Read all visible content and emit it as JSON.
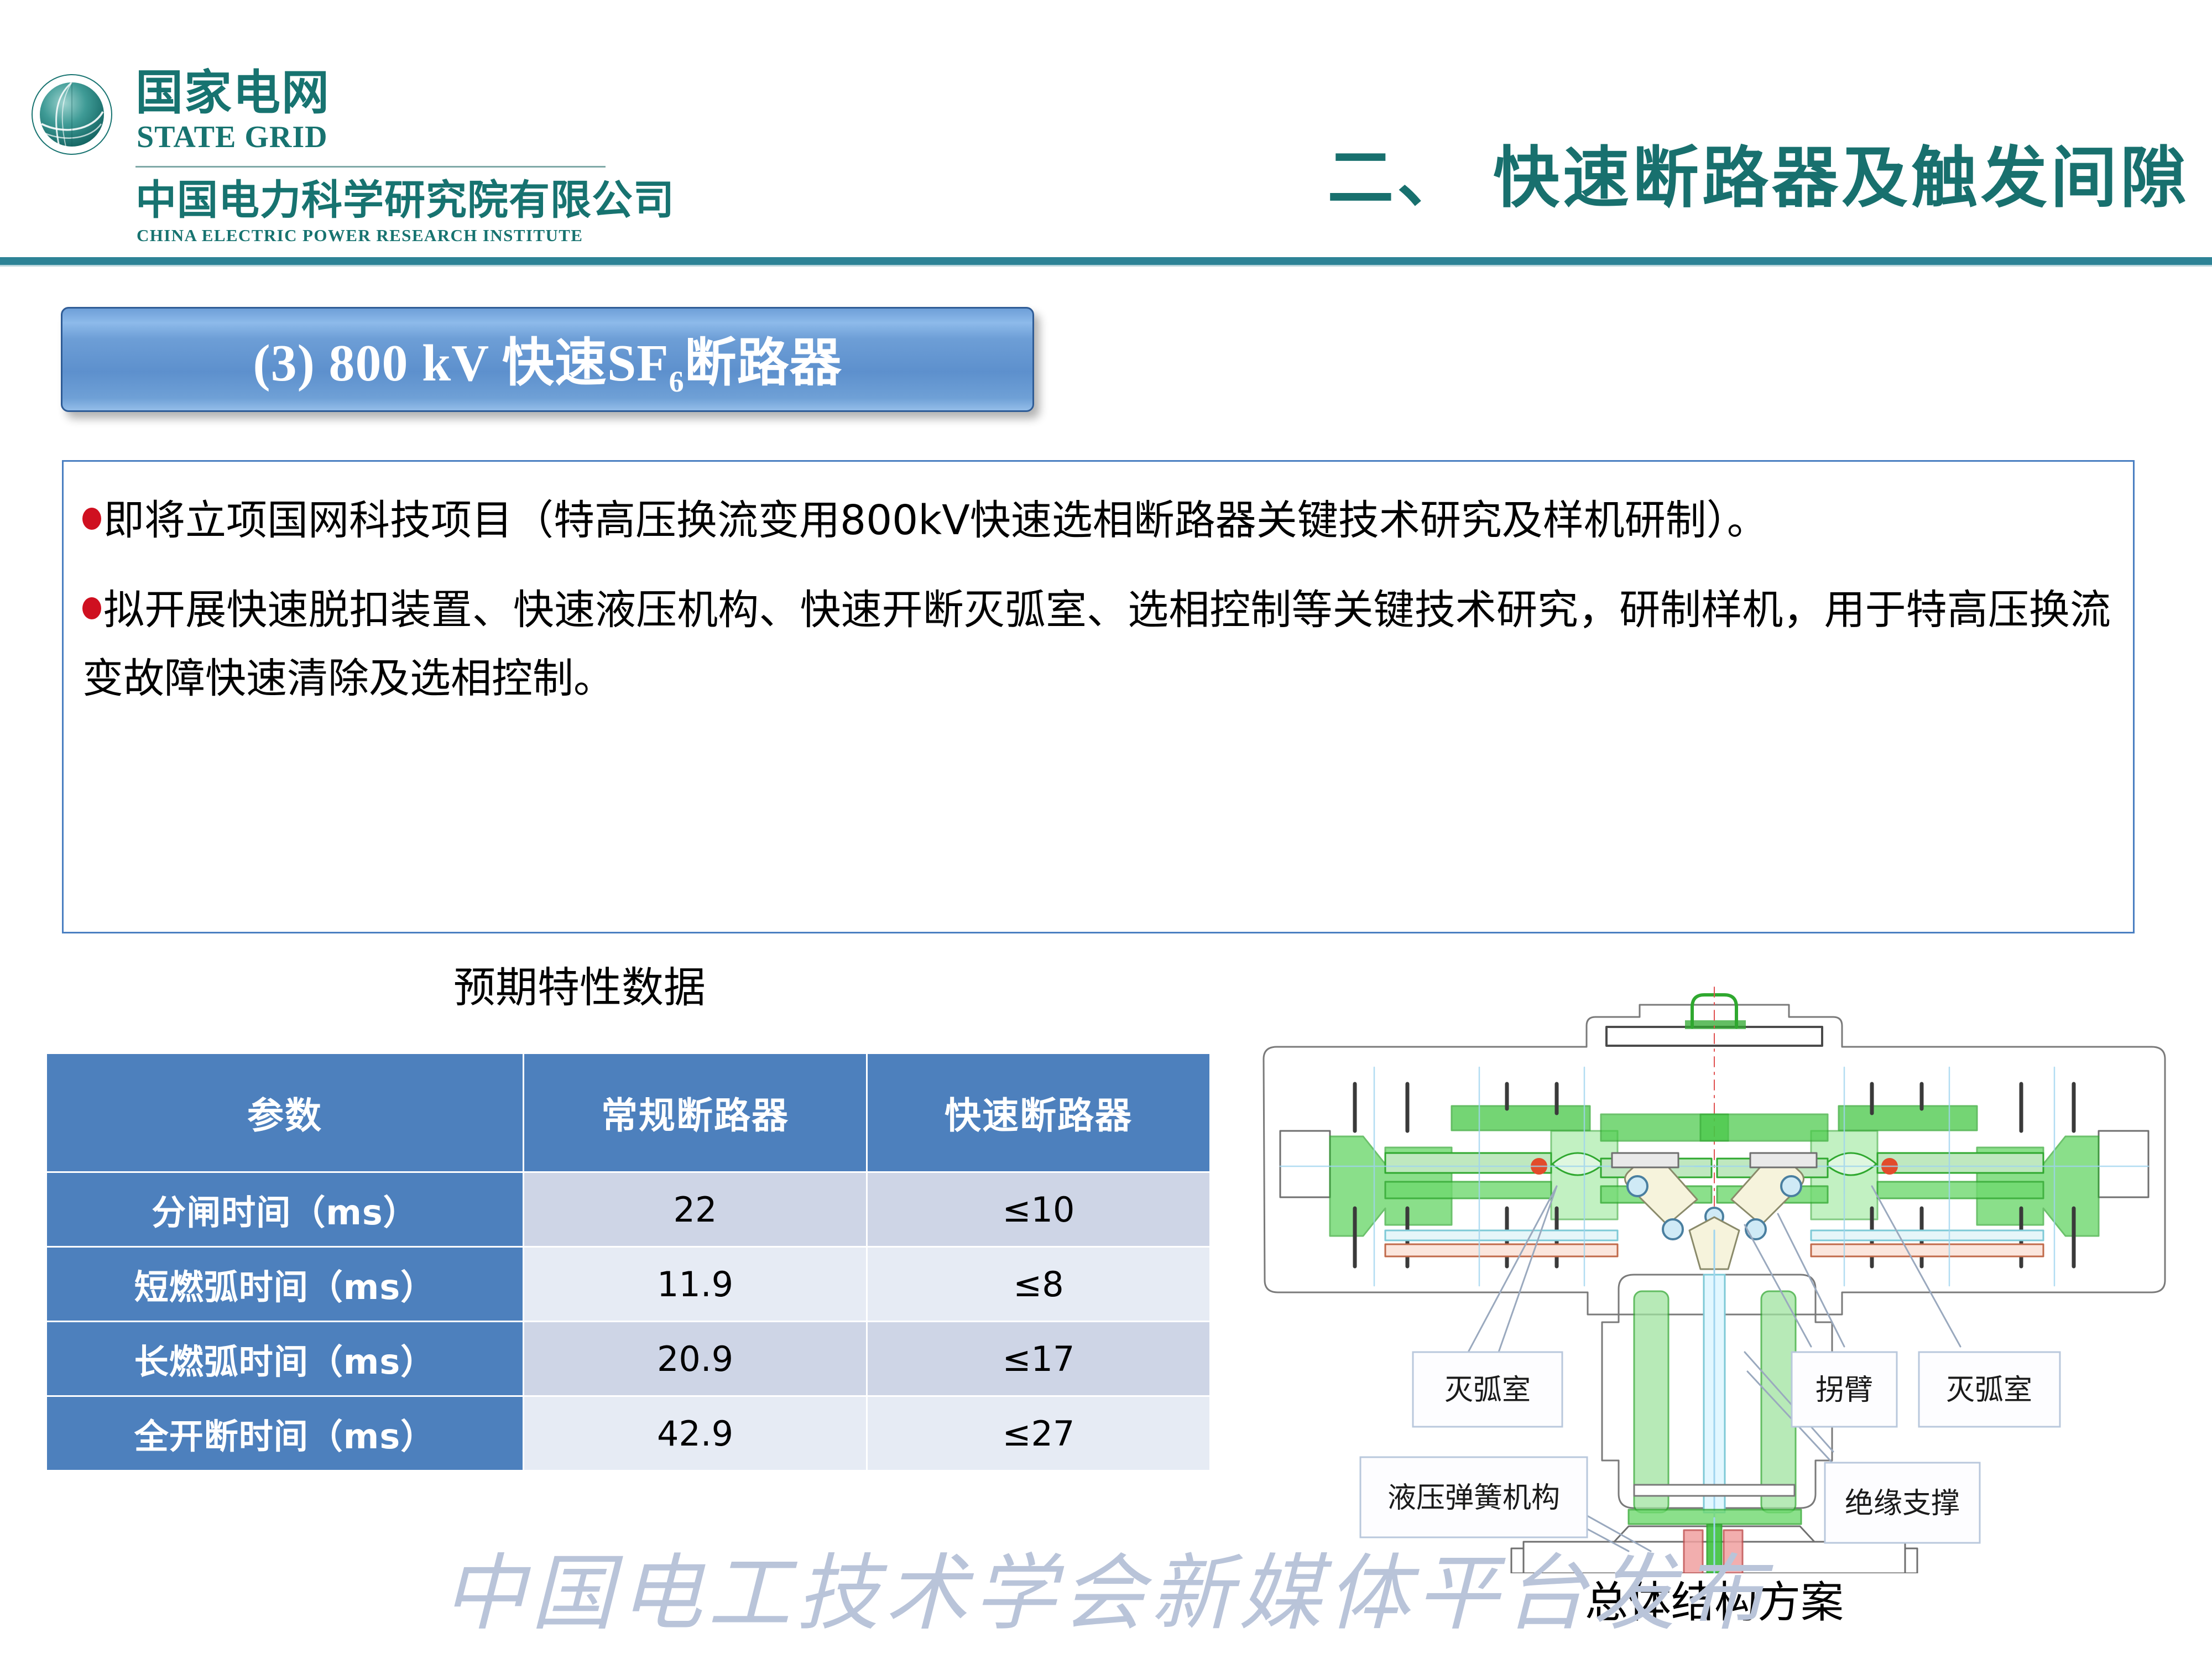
{
  "header": {
    "brand_cn": "国家电网",
    "brand_en": "STATE GRID",
    "institute_cn": "中国电力科学研究院有限公司",
    "institute_en": "CHINA ELECTRIC POWER RESEARCH INSTITUTE",
    "section_title": "二、 快速断路器及触发间隙",
    "emblem_icon": "state-grid-globe-icon",
    "accent_teal": "#18706E",
    "rule_color": "#2d8396"
  },
  "heading": {
    "prefix": "(3)  800 kV ",
    "cjk_part": "快速",
    "formula_main": "SF",
    "formula_sub": "6",
    "cjk_tail": "断路器",
    "full_text": "(3)  800 kV 快速SF6断路器",
    "fill_color": "#6d9ed6",
    "border_color": "#2f5c96"
  },
  "body": {
    "bullet_color": "#cf1020",
    "border_color": "#4a7fc1",
    "paragraphs": [
      "即将立项国网科技项目（特高压换流变用800kV快速选相断路器关键技术研究及样机研制）。",
      "拟开展快速脱扣装置、快速液压机构、快速开断灭弧室、选相控制等关键技术研究，研制样机，用于特高压换流变故障快速清除及选相控制。"
    ]
  },
  "table": {
    "caption": "预期特性数据",
    "header_color": "#4d80bd",
    "columns": [
      "参数",
      "常规断路器",
      "快速断路器"
    ],
    "rows": [
      {
        "param": "分闸时间（ms）",
        "conventional": "22",
        "fast": "≤10"
      },
      {
        "param": "短燃弧时间（ms）",
        "conventional": "11.9",
        "fast": "≤8"
      },
      {
        "param": "长燃弧时间（ms）",
        "conventional": "20.9",
        "fast": "≤17"
      },
      {
        "param": "全开断时间（ms）",
        "conventional": "42.9",
        "fast": "≤27"
      }
    ]
  },
  "diagram": {
    "caption": "总体结构方案",
    "callouts": [
      {
        "id": "arc-chamber-left",
        "label": "灭弧室"
      },
      {
        "id": "crank-arm",
        "label": "拐臂"
      },
      {
        "id": "arc-chamber-right",
        "label": "灭弧室"
      },
      {
        "id": "hydraulic-spring-mech",
        "label": "液压弹簧机构"
      },
      {
        "id": "insulating-support",
        "label": "绝缘支撑"
      }
    ]
  },
  "watermark": {
    "text": "中国电工技术学会新媒体平台发布",
    "color": "#b9c4d9"
  }
}
